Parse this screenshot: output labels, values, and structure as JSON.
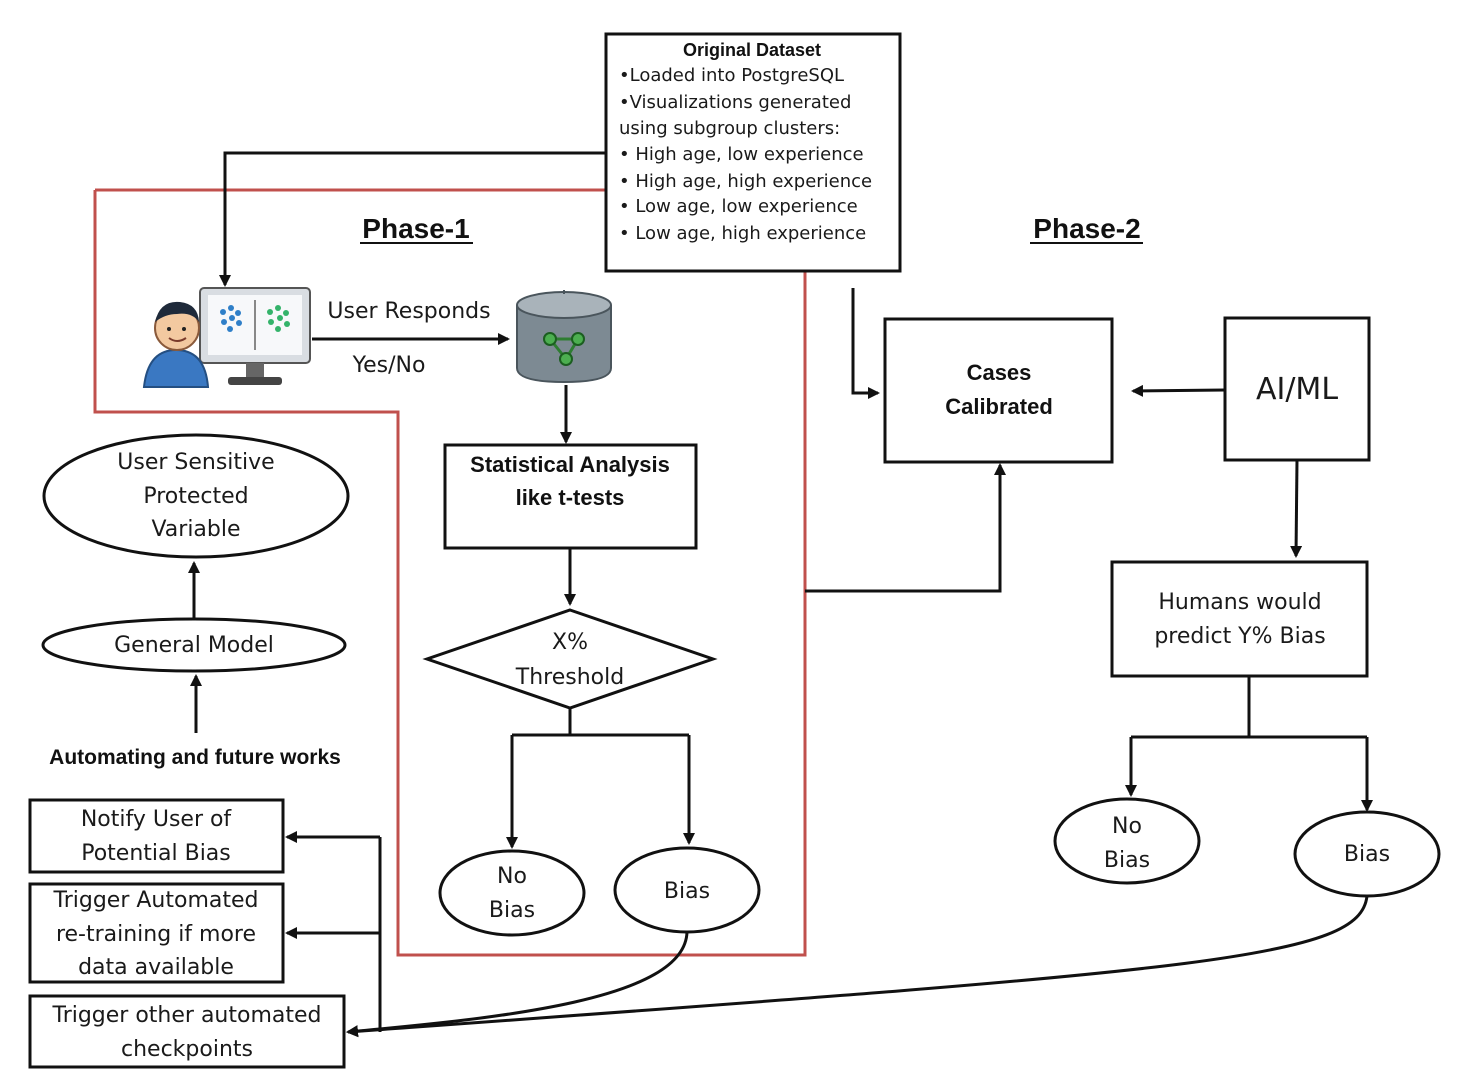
{
  "phase1_title": "Phase-1",
  "phase2_title": "Phase-2",
  "original_dataset": {
    "title": "Original Dataset",
    "lines": [
      "•Loaded into PostgreSQL",
      "•Visualizations generated",
      "using subgroup clusters:",
      "• High age, low experience",
      "• High age, high experience",
      "• Low age, low experience",
      "• Low age, high experience"
    ]
  },
  "user_responds": "User Responds",
  "yes_no": "Yes/No",
  "statistical_analysis": [
    "Statistical Analysis",
    "like t-tests"
  ],
  "threshold": [
    "X%",
    "Threshold"
  ],
  "phase1_no_bias": [
    "No",
    "Bias"
  ],
  "phase1_bias": "Bias",
  "cases_calibrated": [
    "Cases",
    "Calibrated"
  ],
  "ai_ml": "AI/ML",
  "humans_predict": [
    "Humans would",
    "predict Y% Bias"
  ],
  "phase2_no_bias": [
    "No",
    "Bias"
  ],
  "phase2_bias": "Bias",
  "user_sensitive": [
    "User Sensitive",
    "Protected",
    "Variable"
  ],
  "general_model": "General Model",
  "automating_label": "Automating and future works",
  "notify_user": [
    "Notify User of",
    "Potential Bias"
  ],
  "trigger_retraining": [
    "Trigger Automated",
    "re-training if more",
    "data available"
  ],
  "trigger_other": [
    "Trigger other automated",
    "checkpoints"
  ],
  "colors": {
    "phase1_border": "#c0504d",
    "line": "#111111",
    "person_skin": "#f3c9a0",
    "person_shirt": "#3a78c2",
    "database": "#7d8a93",
    "database_node": "#4caf50",
    "monitor": "#d9dde2"
  }
}
